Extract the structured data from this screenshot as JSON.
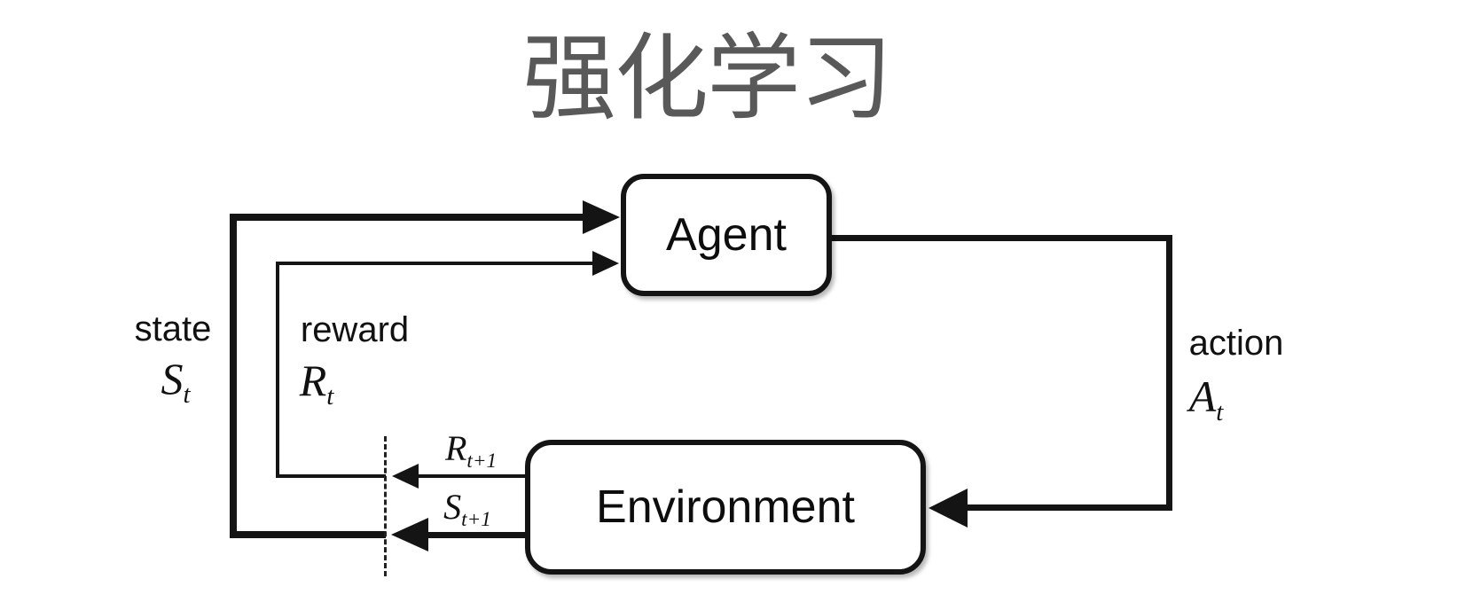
{
  "title": "强化学习",
  "nodes": {
    "agent": {
      "label": "Agent"
    },
    "environment": {
      "label": "Environment"
    }
  },
  "labels": {
    "state": {
      "word": "state",
      "sym": {
        "base": "S",
        "sub": "t"
      }
    },
    "reward": {
      "word": "reward",
      "sym": {
        "base": "R",
        "sub": "t"
      }
    },
    "action": {
      "word": "action",
      "sym": {
        "base": "A",
        "sub": "t"
      }
    },
    "next_reward": {
      "base": "R",
      "sub": "t+1"
    },
    "next_state": {
      "base": "S",
      "sub": "t+1"
    }
  },
  "colors": {
    "line": "#141414",
    "title": "#595959",
    "box_fill": "#ffffff"
  }
}
